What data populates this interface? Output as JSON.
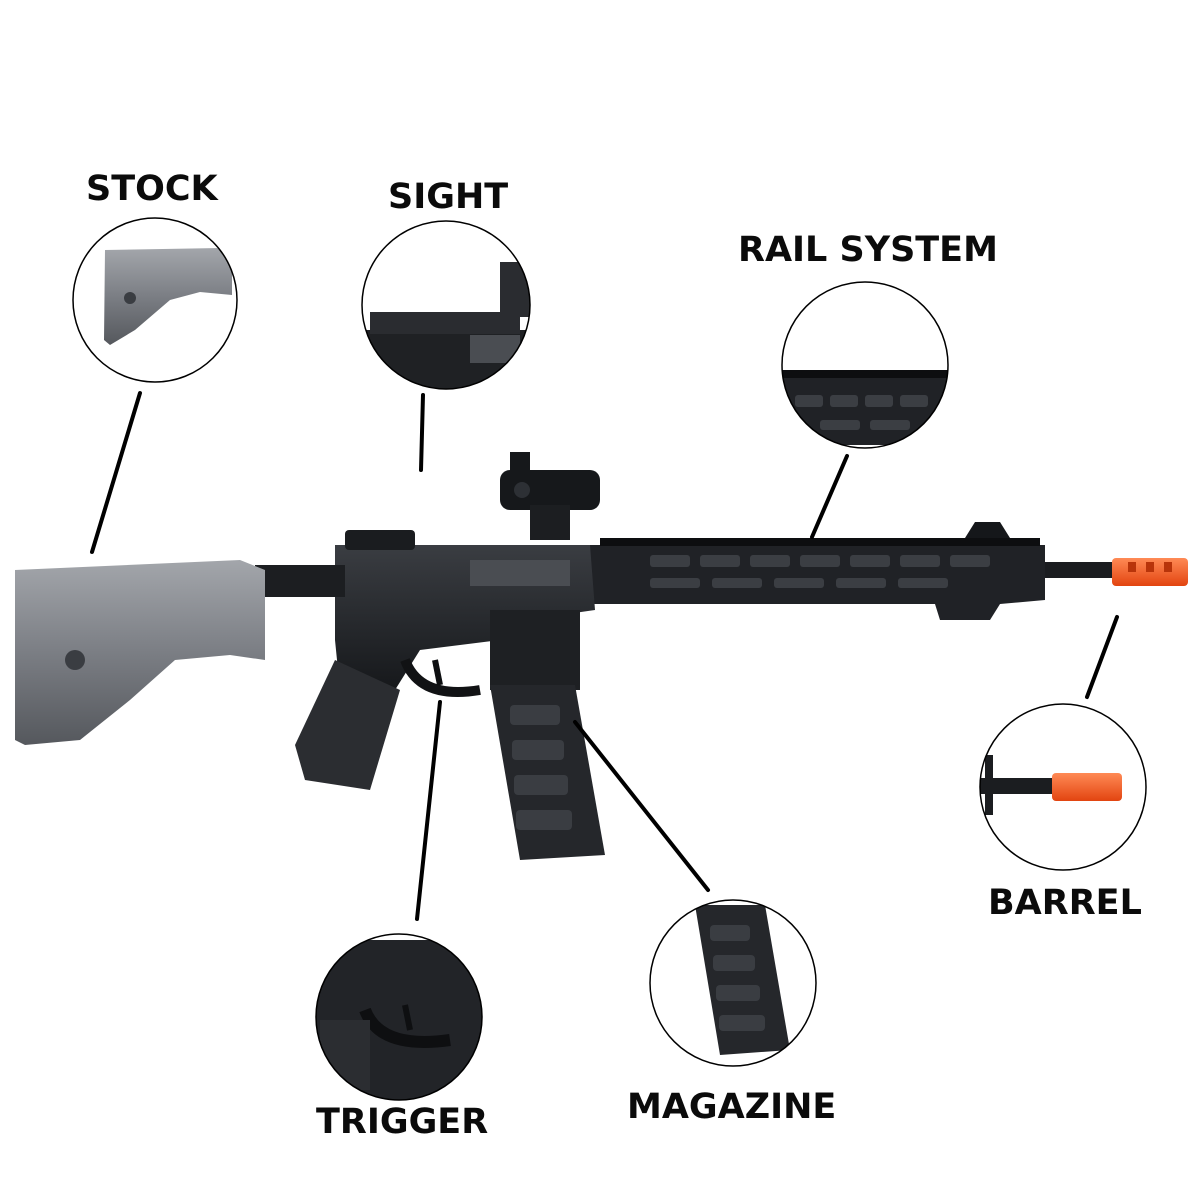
{
  "labels": {
    "stock": "STOCK",
    "sight": "SIGHT",
    "rail_system": "RAIL SYSTEM",
    "barrel": "BARREL",
    "trigger": "TRIGGER",
    "magazine": "MAGAZINE"
  },
  "colors": {
    "background": "#ffffff",
    "label_text": "#0b0b0b",
    "leader_line": "#000000",
    "rifle_body": "#1f2124",
    "stock_grey": "#7d8086",
    "muzzle_orange": "#ff5a1f"
  }
}
